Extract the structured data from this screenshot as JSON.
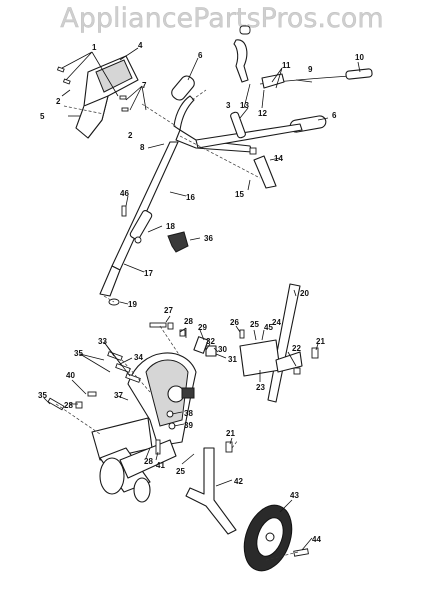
{
  "watermark": "AppliancePartsPros.com",
  "callouts": [
    "1",
    "2",
    "3",
    "4",
    "5",
    "6",
    "7",
    "8",
    "9",
    "10",
    "11",
    "12",
    "13",
    "14",
    "15",
    "16",
    "17",
    "18",
    "19",
    "20",
    "21",
    "22",
    "23",
    "24",
    "25",
    "26",
    "27",
    "28",
    "29",
    "30",
    "31",
    "32",
    "33",
    "34",
    "35",
    "36",
    "37",
    "38",
    "39",
    "40",
    "41",
    "42",
    "43",
    "44",
    "45",
    "46"
  ],
  "colors": {
    "line": "#1a1a1a",
    "watermark": "#cfcfcf",
    "tire": "#2a2a2a"
  }
}
